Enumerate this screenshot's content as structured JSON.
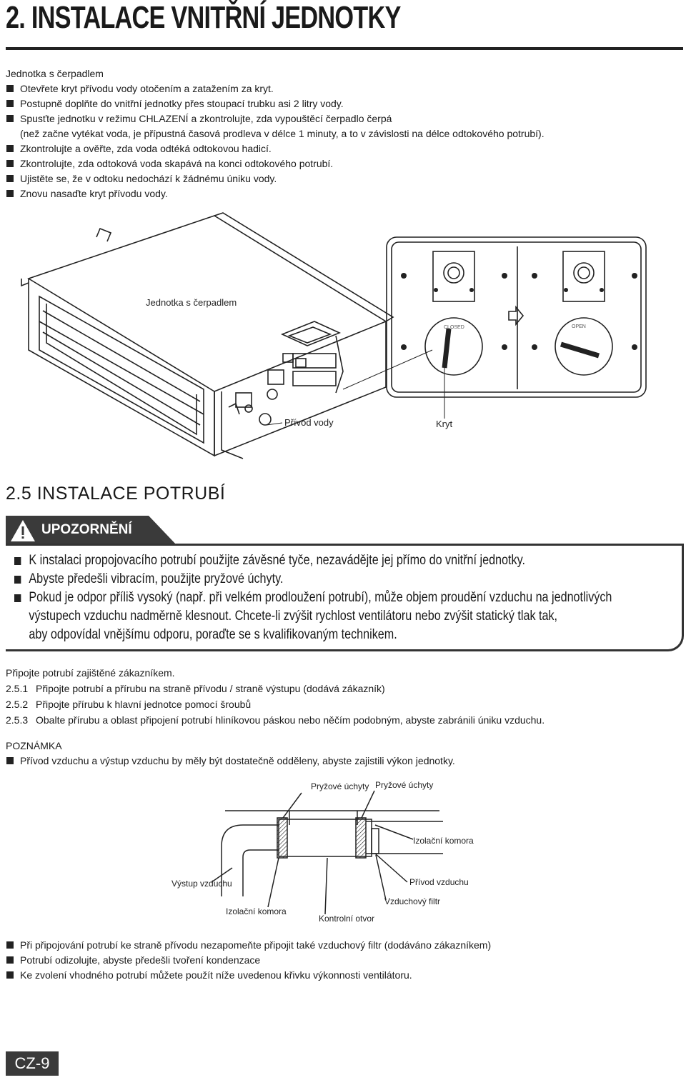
{
  "header": {
    "title": "2. INSTALACE VNITŘNÍ JEDNOTKY"
  },
  "pump": {
    "heading": "Jednotka s čerpadlem",
    "items": [
      "Otevřete kryt přívodu vody otočením a zatažením za kryt.",
      "Postupně doplňte do vnitřní jednotky přes stoupací trubku asi 2 litry vody.",
      "Spusťte jednotku v režimu CHLAZENÍ a zkontrolujte, zda vypouštěcí čerpadlo čerpá",
      "(než začne vytékat voda, je přípustná časová prodleva v délce 1 minuty, a to v závislosti na délce odtokového potrubí).",
      "Zkontrolujte a ověřte, zda voda odtéká odtokovou hadicí.",
      "Zkontrolujte, zda odtoková voda skapává na konci odtokového potrubí.",
      "Ujistěte se, že v odtoku nedochází k žádnému úniku vody.",
      "Znovu nasaďte kryt přívodu vody."
    ]
  },
  "figure1": {
    "unit_label": "Jednotka s čerpadlem",
    "water_label": "Přívod vody",
    "cover_label": "Kryt",
    "closed": "CLOSED",
    "open": "OPEN"
  },
  "section": {
    "title": "2.5  INSTALACE POTRUBÍ"
  },
  "warning": {
    "label": "UPOZORNĚNÍ",
    "items": [
      "K instalaci propojovacího potrubí použijte závěsné tyče, nezavádějte jej přímo do vnitřní jednotky.",
      "Abyste předešli vibracím, použijte pryžové úchyty.",
      "Pokud je odpor příliš vysoký (např. při velkém prodloužení potrubí), může objem proudění vzduchu na jednotlivých",
      "výstupech vzduchu nadměrně klesnout. Chcete-li zvýšit rychlost ventilátoru nebo zvýšit statický tlak tak,",
      "aby odpovídal vnějšímu odporu, poraďte se s kvalifikovaným technikem."
    ]
  },
  "steps": {
    "intro": "Připojte potrubí zajištěné zákazníkem.",
    "s1_num": "2.5.1",
    "s1": "Připojte potrubí a přírubu na straně přívodu / straně výstupu (dodává zákazník)",
    "s2_num": "2.5.2",
    "s2": "Připojte přírubu k hlavní jednotce pomocí šroubů",
    "s3_num": "2.5.3",
    "s3": "Obalte přírubu a oblast připojení potrubí hliníkovou páskou nebo něčím podobným, abyste zabránili úniku vzduchu."
  },
  "note": {
    "heading": "POZNÁMKA",
    "item": "Přívod vzduchu a výstup vzduchu by měly být dostatečně odděleny, abyste zajistili výkon jednotky."
  },
  "figure2": {
    "rubber1": "Pryžové úchyty",
    "rubber2": "Pryžové úchyty",
    "chamber_r": "Izolační komora",
    "air_in": "Přívod vzduchu",
    "air_out": "Výstup vzduchu",
    "filter": "Vzduchový filtr",
    "chamber_l": "Izolační komora",
    "inspection": "Kontrolní otvor"
  },
  "bottom": {
    "items": [
      "Při připojování potrubí ke straně přívodu nezapomeňte připojit také vzduchový filtr (dodáváno zákazníkem)",
      "Potrubí odizolujte, abyste předešli tvoření kondenzace",
      "Ke zvolení vhodného potrubí můžete použít níže uvedenou křivku výkonnosti ventilátoru."
    ]
  },
  "footer": {
    "page": "CZ-9"
  }
}
